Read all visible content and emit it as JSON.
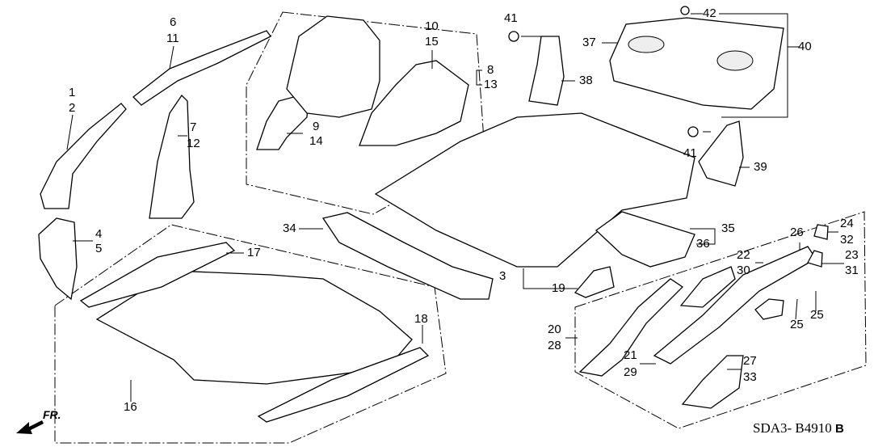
{
  "callouts": [
    "1",
    "2",
    "6",
    "11",
    "10",
    "15",
    "8",
    "13",
    "41",
    "42",
    "37",
    "40",
    "38",
    "9",
    "14",
    "7",
    "12",
    "41",
    "39",
    "4",
    "5",
    "34",
    "35",
    "36",
    "24",
    "32",
    "26",
    "22",
    "23",
    "30",
    "31",
    "17",
    "3",
    "19",
    "18",
    "25",
    "25",
    "20",
    "28",
    "21",
    "29",
    "27",
    "33",
    "16"
  ],
  "direction_label": "FR.",
  "diagram_code": "SDA3- B4910",
  "diagram_code_suffix": "B"
}
